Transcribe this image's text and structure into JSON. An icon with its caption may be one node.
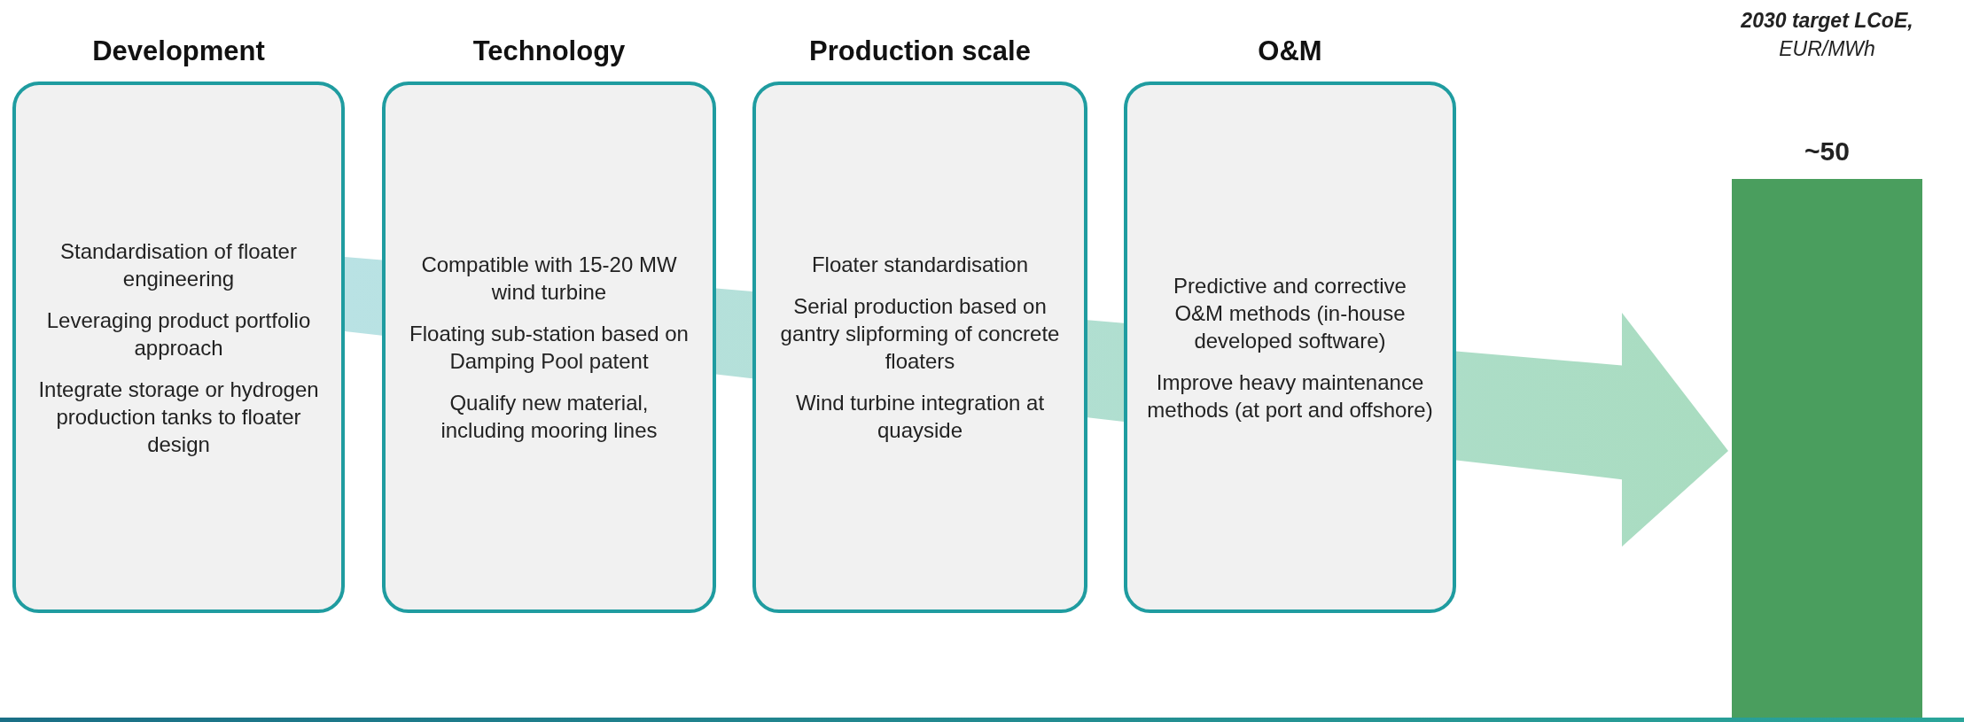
{
  "diagram": {
    "nodes": [
      {
        "text": [
          "Development",
          "Standardisation of floater engineering",
          "Leveraging product portfolio approach",
          "Integrate storage or hydrogen production tanks to floater design"
        ]
      },
      {
        "text": [
          "Technology",
          "Compatible with 15-20 MW wind turbine",
          "Floating sub-station based on Damping Pool patent",
          "Qualify new material, including mooring lines"
        ]
      },
      {
        "text": [
          "Production scale",
          "Floater standardisation",
          "Serial production based on gantry slipforming of concrete floaters",
          "Wind turbine integration at quayside"
        ]
      },
      {
        "text": [
          "O&M",
          "Predictive and corrective O&M methods (in-house developed software)",
          "Improve heavy maintenance methods (at port and offshore)"
        ]
      },
      {
        "text": [
          "~50"
        ],
        "beside": [
          "2030 target LCoE,",
          "EUR/MWh"
        ]
      }
    ],
    "edges": [
      {
        "from": 0,
        "to": 1,
        "arrow": "none",
        "style": "thick"
      },
      {
        "from": 1,
        "to": 2,
        "arrow": "none",
        "style": "thick"
      },
      {
        "from": 2,
        "to": 3,
        "arrow": "none",
        "style": "thick"
      },
      {
        "from": 3,
        "to": 4,
        "arrow": "to",
        "style": "thick"
      }
    ]
  }
}
